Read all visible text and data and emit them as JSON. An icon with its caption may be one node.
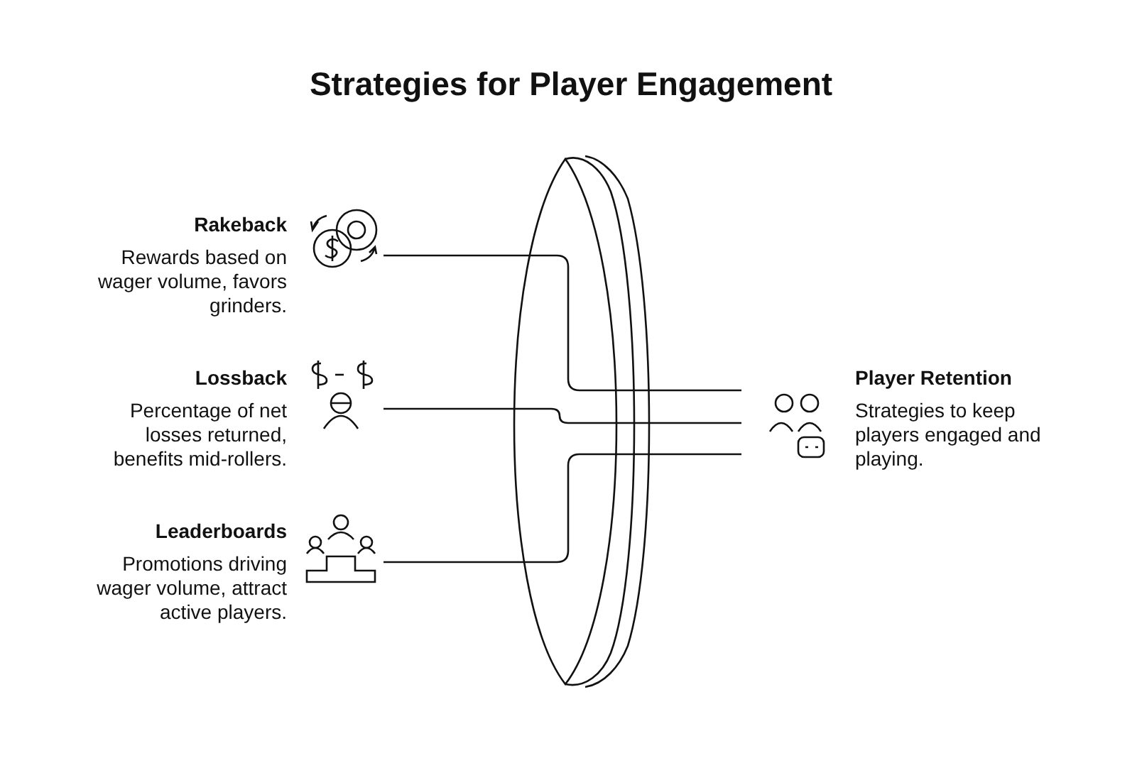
{
  "diagram": {
    "title": "Strategies for Player Engagement",
    "nodes": [
      {
        "text": [
          "Rakeback",
          "Rewards based on wager volume, favors grinders."
        ]
      },
      {
        "text": [
          "Lossback",
          "Percentage of net losses returned, benefits mid-rollers."
        ]
      },
      {
        "text": [
          "Leaderboards",
          "Promotions driving wager volume, attract active players."
        ]
      },
      {
        "text": [
          "Player Retention",
          "Strategies to keep players engaged and playing."
        ]
      }
    ],
    "edges": [
      {
        "from": 0,
        "to": 3,
        "arrow": "none"
      },
      {
        "from": 1,
        "to": 3,
        "arrow": "none"
      },
      {
        "from": 2,
        "to": 3,
        "arrow": "none"
      }
    ]
  }
}
